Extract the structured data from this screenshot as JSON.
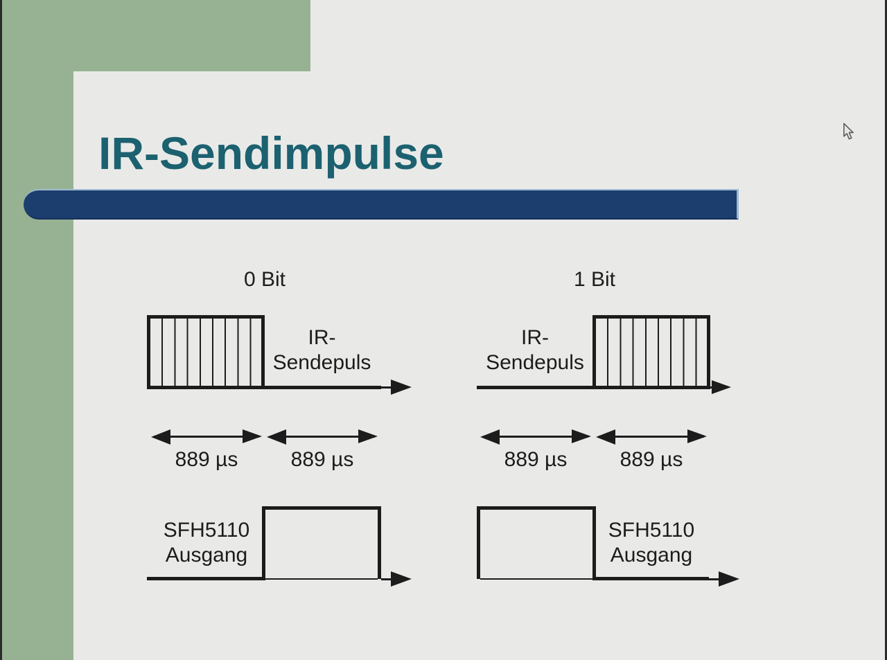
{
  "slide": {
    "title": "IR-Sendimpulse"
  },
  "colors": {
    "accent_green": "#97b293",
    "accent_bar_blue": "#1b3e6e",
    "title_teal": "#1c6170",
    "background_gray": "#e9eae8",
    "diagram_ink": "#1c1c1c"
  },
  "diagrams": {
    "bit0": {
      "heading": "0 Bit",
      "pulse_label": [
        "IR-",
        "Sendepuls"
      ],
      "durations": [
        "889 µs",
        "889 µs"
      ],
      "output_label": [
        "SFH5110",
        "Ausgang"
      ]
    },
    "bit1": {
      "heading": "1 Bit",
      "pulse_label": [
        "IR-",
        "Sendepuls"
      ],
      "durations": [
        "889 µs",
        "889 µs"
      ],
      "output_label": [
        "SFH5110",
        "Ausgang"
      ]
    }
  }
}
